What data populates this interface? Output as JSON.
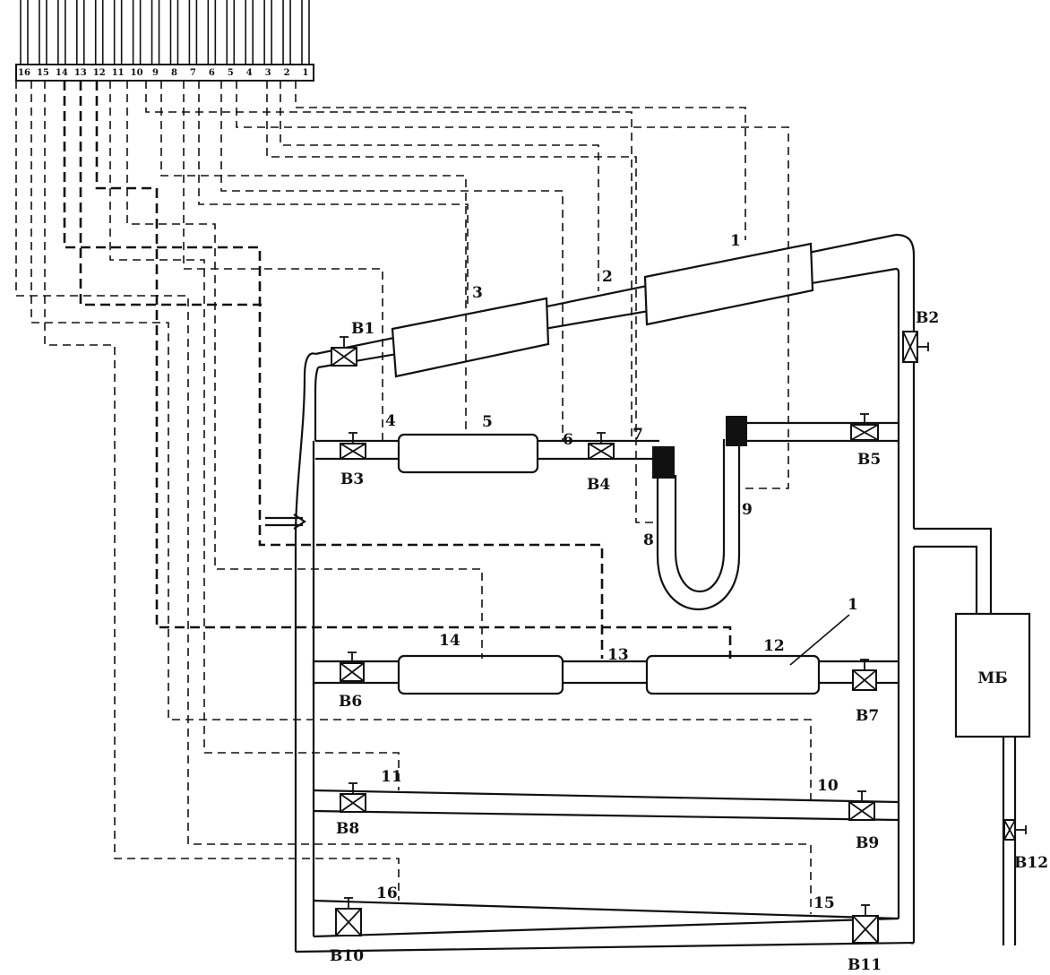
{
  "connector": {
    "pins": [
      "16",
      "15",
      "14",
      "13",
      "12",
      "11",
      "10",
      "9",
      "8",
      "7",
      "6",
      "5",
      "4",
      "3",
      "2",
      "1"
    ]
  },
  "sensors": {
    "s1": "1",
    "s2": "2",
    "s3": "3",
    "s4": "4",
    "s5": "5",
    "s6": "6",
    "s7": "7",
    "s8": "8",
    "s9": "9",
    "s10": "10",
    "s11": "11",
    "s12": "12",
    "s13": "13",
    "s14": "14",
    "s15": "15",
    "s16": "16"
  },
  "valves": {
    "b1": "B1",
    "b2": "B2",
    "b3": "B3",
    "b4": "B4",
    "b5": "B5",
    "b6": "B6",
    "b7": "B7",
    "b8": "B8",
    "b9": "B9",
    "b10": "B10",
    "b11": "B11",
    "b12": "B12"
  },
  "tank": {
    "label": "МБ"
  },
  "callout": {
    "label": "1"
  }
}
